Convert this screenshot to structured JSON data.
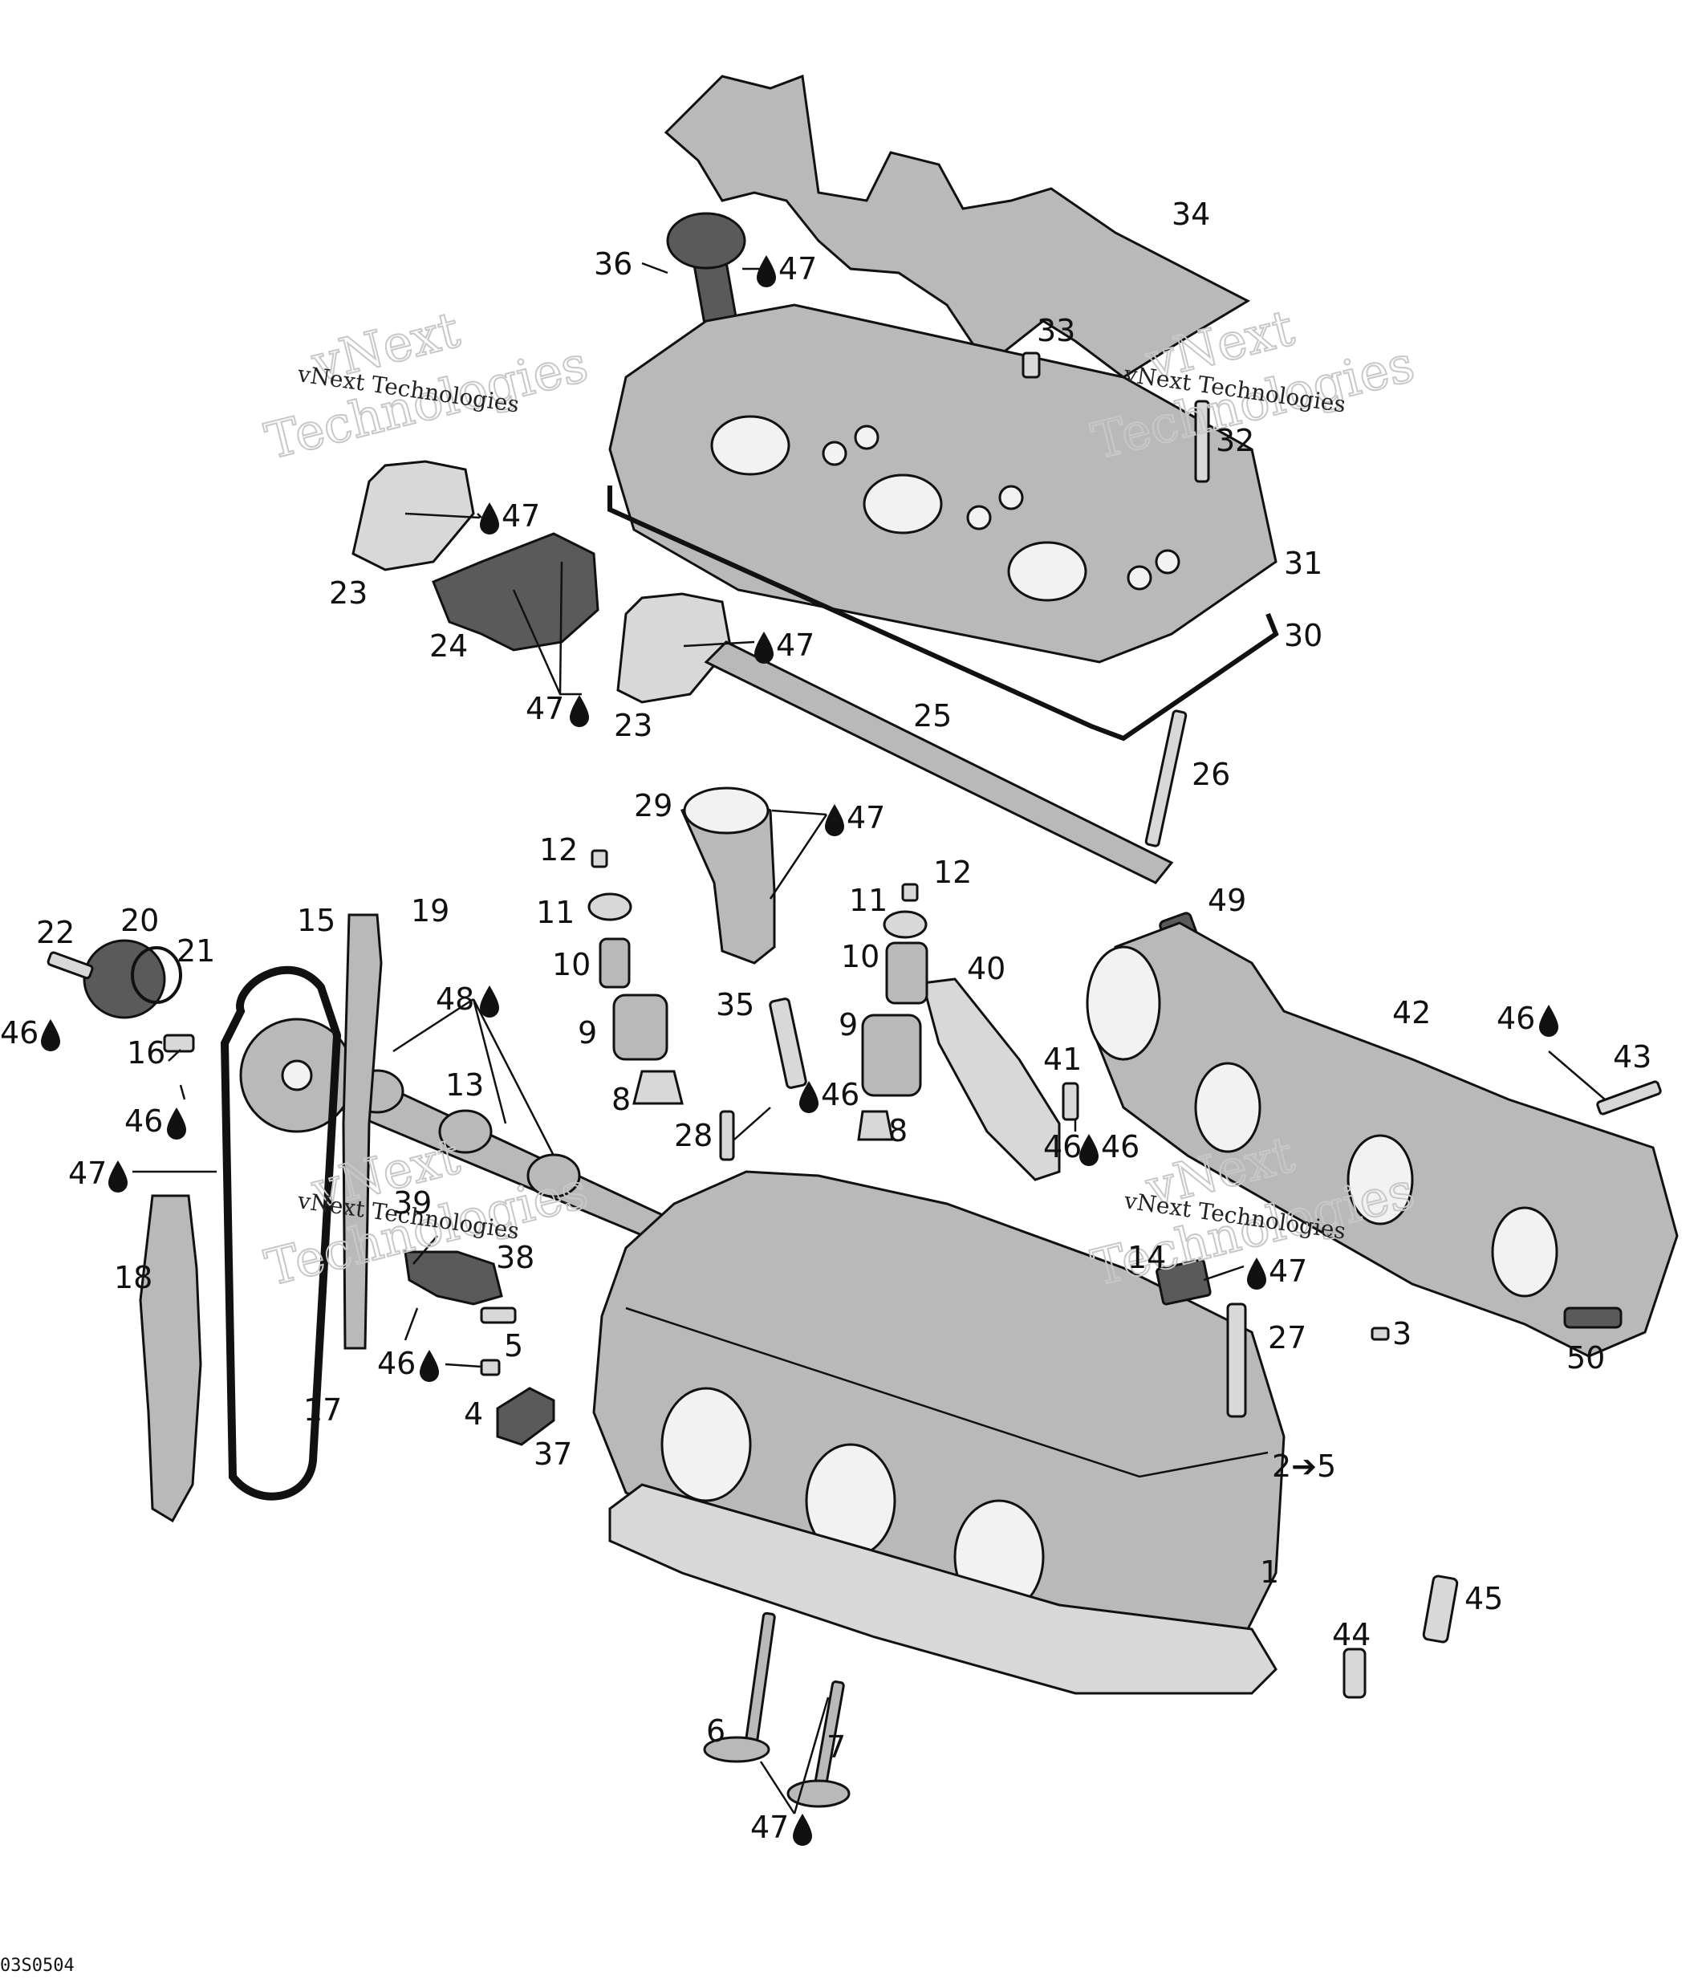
{
  "watermark": {
    "line_a": "vNext",
    "line_b": "Technologies",
    "small": "vNext Technologies"
  },
  "drawing_code": "03S0504",
  "labels": {
    "l1": "1",
    "l2_5": "2➔5",
    "l3": "3",
    "l4": "4",
    "l5": "5",
    "l6": "6",
    "l7": "7",
    "l8a": "8",
    "l8b": "8",
    "l9a": "9",
    "l9b": "9",
    "l10a": "10",
    "l10b": "10",
    "l11a": "11",
    "l11b": "11",
    "l12a": "12",
    "l12b": "12",
    "l13": "13",
    "l14": "14",
    "l15": "15",
    "l16": "16",
    "l17": "17",
    "l18": "18",
    "l19": "19",
    "l20": "20",
    "l21": "21",
    "l22": "22",
    "l23a": "23",
    "l23b": "23",
    "l24": "24",
    "l25": "25",
    "l26": "26",
    "l27": "27",
    "l28": "28",
    "l29": "29",
    "l30": "30",
    "l31": "31",
    "l32": "32",
    "l33": "33",
    "l34": "34",
    "l35": "35",
    "l36": "36",
    "l37": "37",
    "l38": "38",
    "l39": "39",
    "l40": "40",
    "l41": "41",
    "l42": "42",
    "l43": "43",
    "l44": "44",
    "l45": "45",
    "l49": "49",
    "l50": "50"
  },
  "lube": {
    "m36": "47",
    "m23a": "47",
    "m23b": "47",
    "m24": "47",
    "m29": "47",
    "m13": "48",
    "m22": "46",
    "m16": "46",
    "m17": "47",
    "m28": "46",
    "m41": "46",
    "m43": "46",
    "m39": "46",
    "m14": "47",
    "m67": "47"
  }
}
